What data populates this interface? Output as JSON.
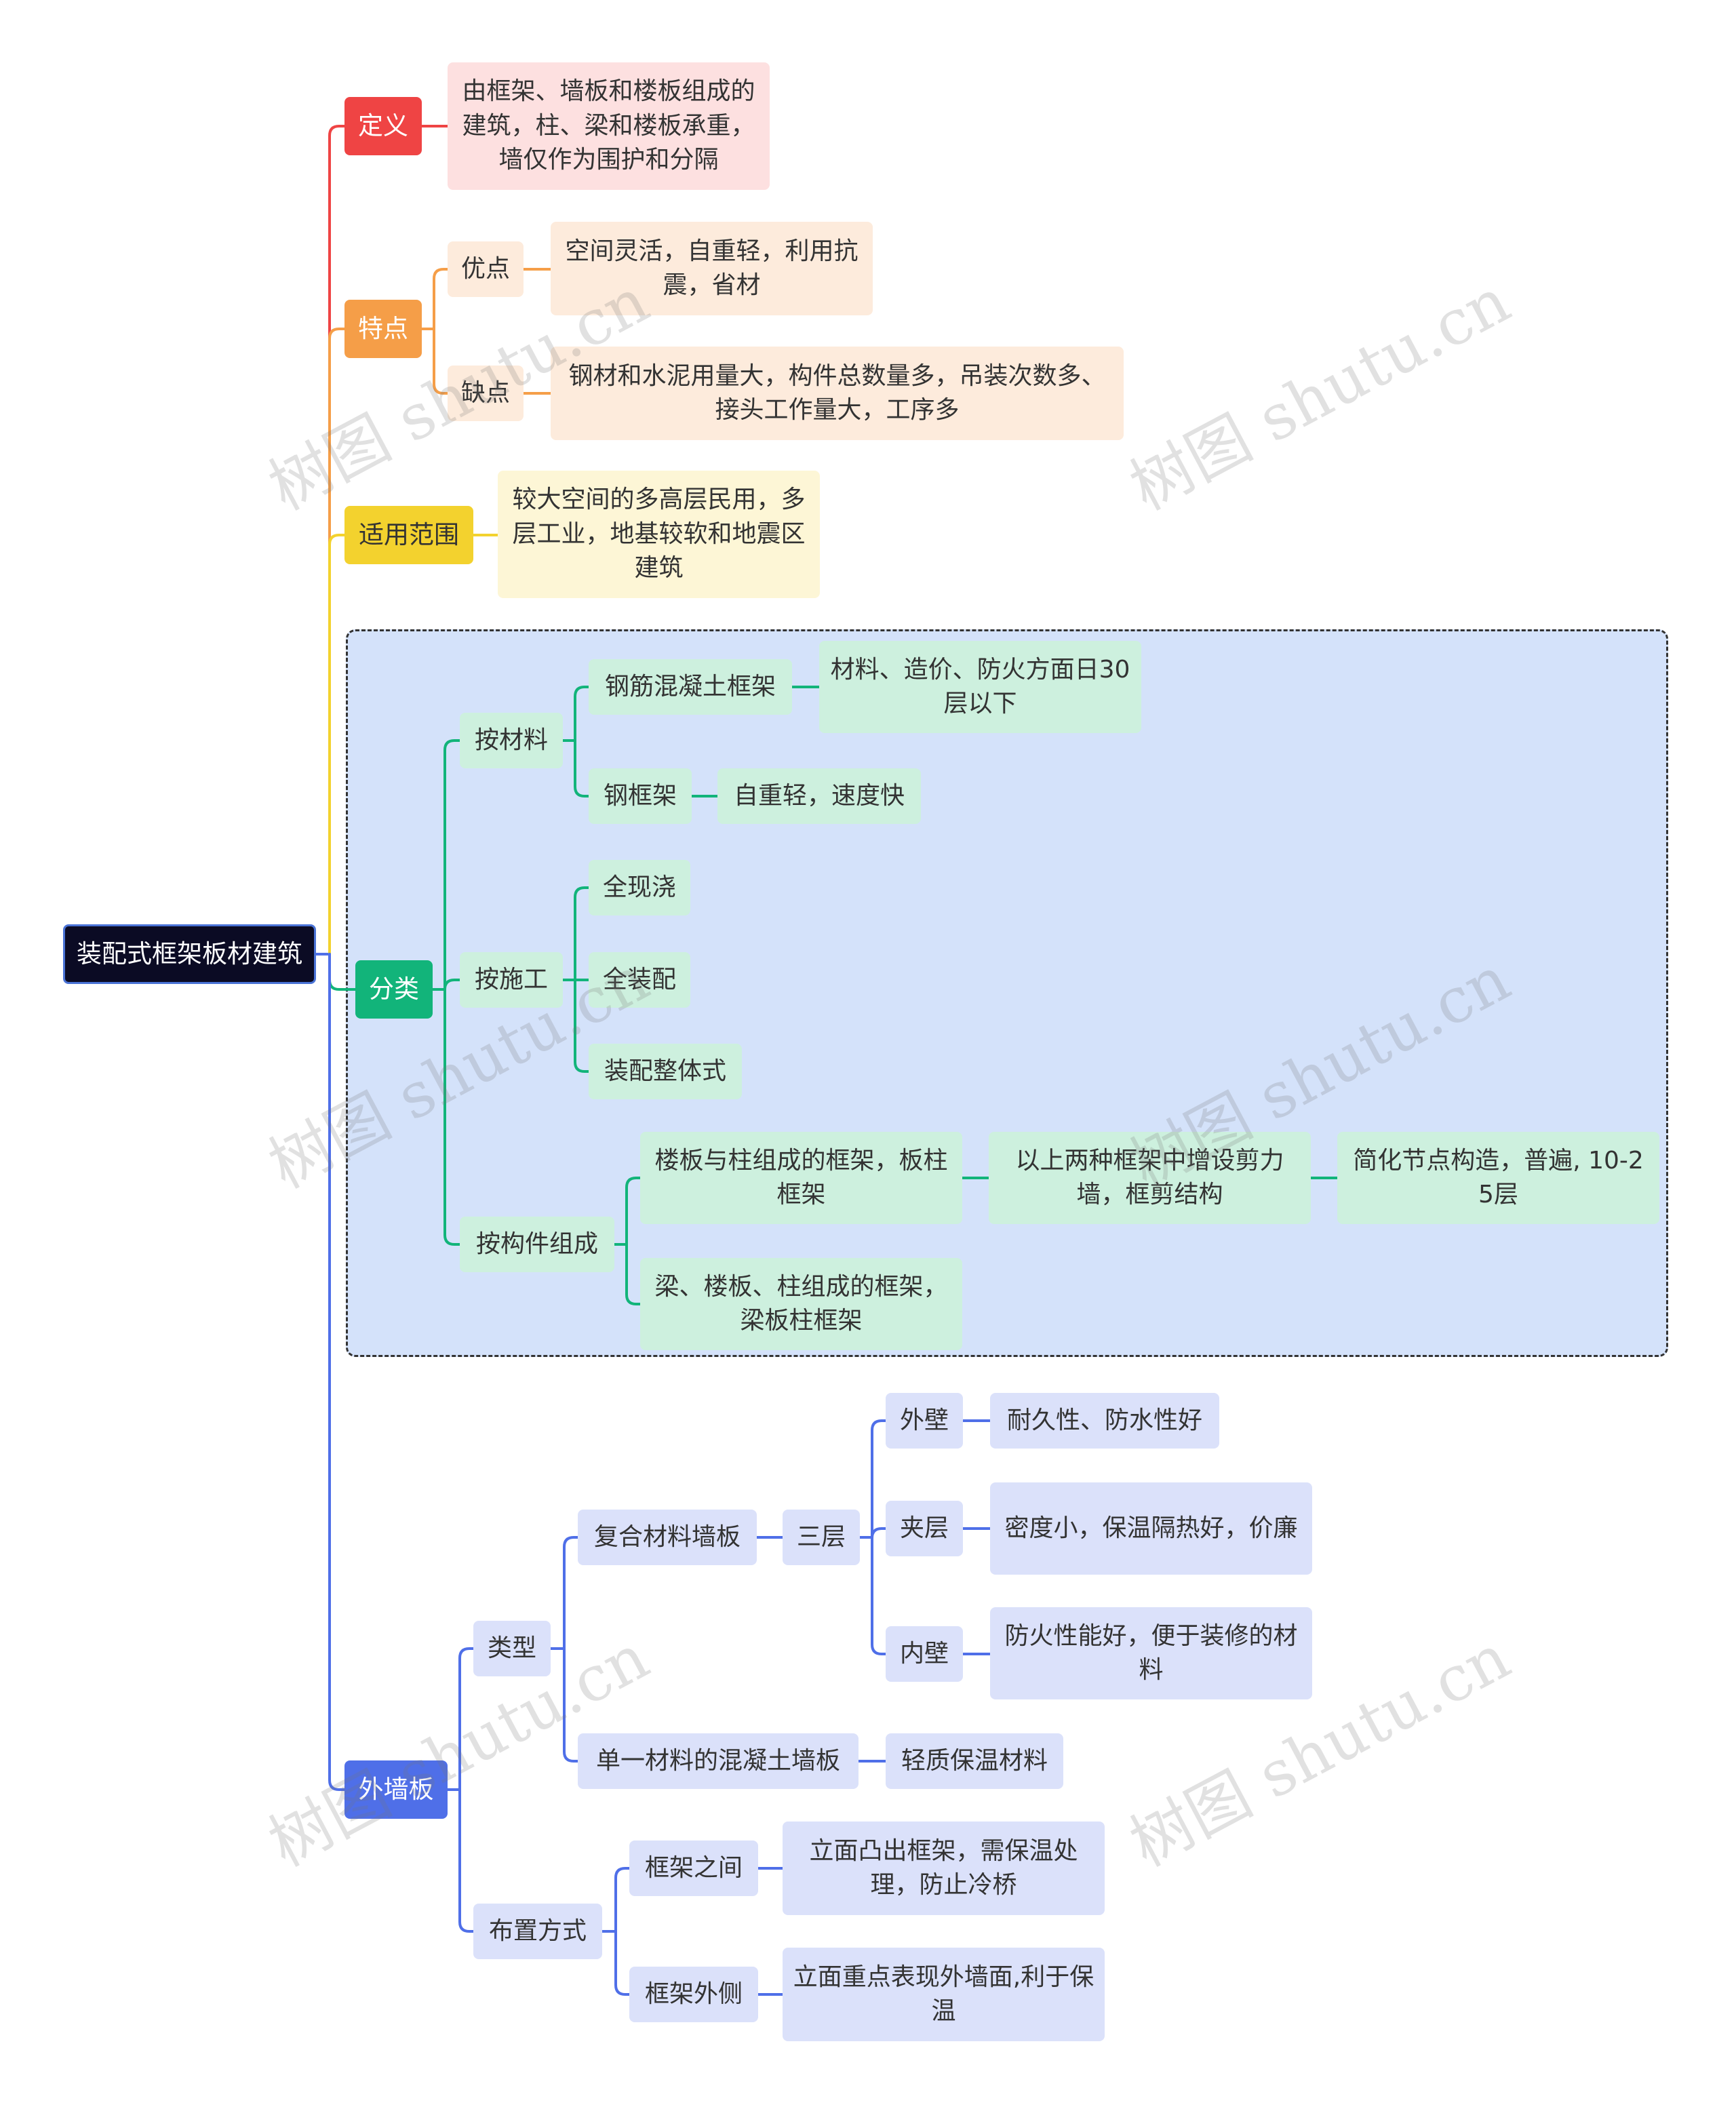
{
  "root": {
    "label": "装配式框架板材建筑"
  },
  "colors": {
    "red": "#ef4444",
    "red_fill": "#fde0e0",
    "orange": "#f59e48",
    "orange_fill": "#fdebdc",
    "yellow": "#f3d22e",
    "yellow_fill": "#fdf6d6",
    "green": "#12b47a",
    "green_fill": "#cdf0de",
    "blue": "#4f6fe8",
    "blue_fill": "#dbe1fa",
    "group_bg": "#d4e2fa"
  },
  "definition": {
    "label": "定义",
    "text": "由框架、墙板和楼板组成的建筑，柱、梁和楼板承重，墙仅作为围护和分隔"
  },
  "features": {
    "label": "特点",
    "pros": {
      "label": "优点",
      "text": "空间灵活，自重轻，利用抗震，省材"
    },
    "cons": {
      "label": "缺点",
      "text": "钢材和水泥用量大，构件总数量多，吊装次数多、接头工作量大，工序多"
    }
  },
  "scope": {
    "label": "适用范围",
    "text": "较大空间的多高层民用，多层工业，地基较软和地震区建筑"
  },
  "classification": {
    "label": "分类",
    "by_material": {
      "label": "按材料",
      "rc_frame": {
        "label": "钢筋混凝土框架",
        "text": "材料、造价、防火方面日30层以下"
      },
      "steel_frame": {
        "label": "钢框架",
        "text": "自重轻，速度快"
      }
    },
    "by_construction": {
      "label": "按施工",
      "items": [
        "全现浇",
        "全装配",
        "装配整体式"
      ]
    },
    "by_components": {
      "label": "按构件组成",
      "slab_column": {
        "label": "楼板与柱组成的框架，板柱框架",
        "text": "以上两种框架中增设剪力墙，框剪结构",
        "text2": "简化节点构造，普遍, 10-25层"
      },
      "beam_slab_column": {
        "label": "梁、楼板、柱组成的框架，梁板柱框架"
      }
    }
  },
  "exterior_wall": {
    "label": "外墙板",
    "types": {
      "label": "类型",
      "composite": {
        "label": "复合材料墙板",
        "three_layer": "三层",
        "layers": [
          {
            "label": "外壁",
            "text": "耐久性、防水性好"
          },
          {
            "label": "夹层",
            "text": "密度小，保温隔热好，价廉"
          },
          {
            "label": "内壁",
            "text": "防火性能好，便于装修的材料"
          }
        ]
      },
      "single": {
        "label": "单一材料的混凝土墙板",
        "text": "轻质保温材料"
      }
    },
    "arrangement": {
      "label": "布置方式",
      "between": {
        "label": "框架之间",
        "text": "立面凸出框架，需保温处理，防止冷桥"
      },
      "outside": {
        "label": "框架外侧",
        "text": "立面重点表现外墙面,利于保温"
      }
    }
  },
  "watermarks": [
    "树图 shutu.cn",
    "树图 shutu.cn",
    "树图 shutu.cn",
    "树图 shutu.cn",
    "树图 shutu.cn",
    "树图 shutu.cn"
  ]
}
